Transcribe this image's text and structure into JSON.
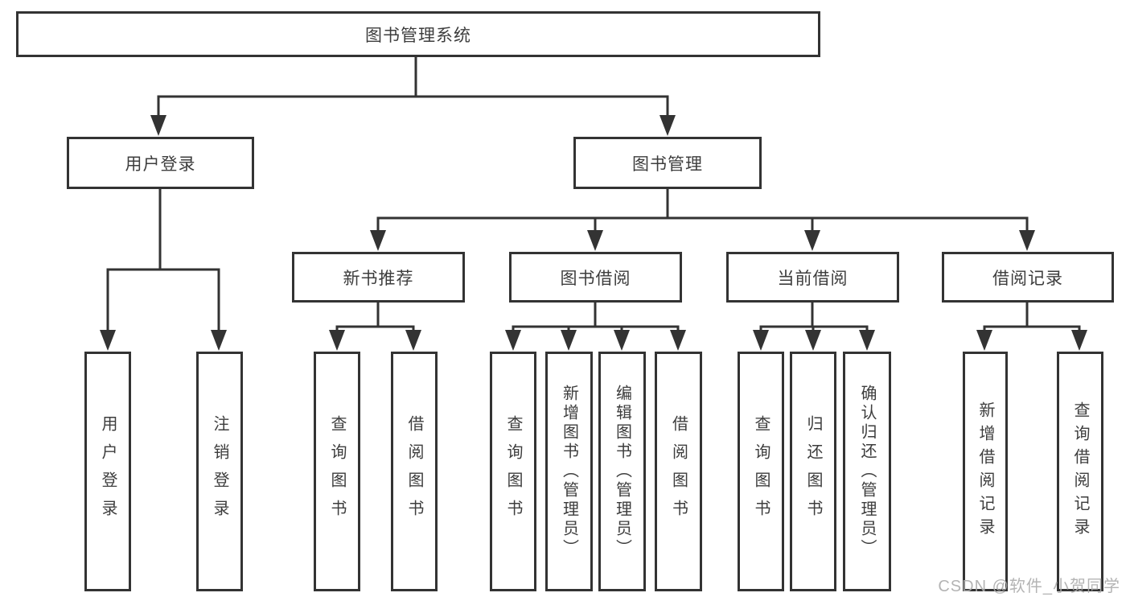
{
  "tree": {
    "root": {
      "label": "图书管理系统"
    },
    "branches": [
      {
        "label": "用户登录",
        "leaves": [
          {
            "label": "用户登录"
          },
          {
            "label": "注销登录"
          }
        ]
      },
      {
        "label": "图书管理",
        "children": [
          {
            "label": "新书推荐",
            "leaves": [
              {
                "label": "查询图书"
              },
              {
                "label": "借阅图书"
              }
            ]
          },
          {
            "label": "图书借阅",
            "leaves": [
              {
                "label": "查询图书"
              },
              {
                "label": "新增图书（管理员）"
              },
              {
                "label": "编辑图书（管理员）"
              },
              {
                "label": "借阅图书"
              }
            ]
          },
          {
            "label": "当前借阅",
            "leaves": [
              {
                "label": "查询图书"
              },
              {
                "label": "归还图书"
              },
              {
                "label": "确认归还（管理员）"
              }
            ]
          },
          {
            "label": "借阅记录",
            "leaves": [
              {
                "label": "新增借阅记录"
              },
              {
                "label": "查询借阅记录"
              }
            ]
          }
        ]
      }
    ]
  },
  "watermark": {
    "text": "CSDN @软件_小贺同学",
    "color": "#acacac"
  },
  "colors": {
    "line": "#333333",
    "text": "#3d3d3d",
    "background": "#ffffff"
  }
}
